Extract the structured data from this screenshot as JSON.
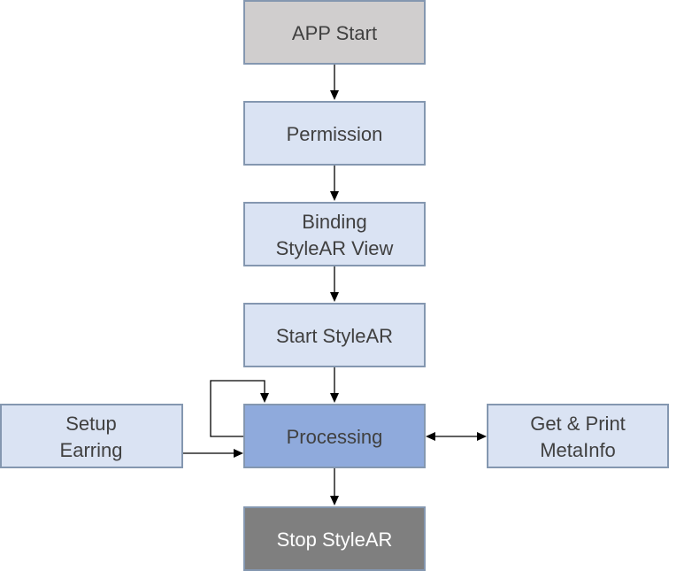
{
  "diagram": {
    "nodes": {
      "app_start": {
        "lines": [
          "APP Start"
        ],
        "fill": "#d0cece",
        "stroke": "#8497b0",
        "text_color": "#404040"
      },
      "permission": {
        "lines": [
          "Permission"
        ],
        "fill": "#dae3f3",
        "stroke": "#8497b0",
        "text_color": "#404040"
      },
      "binding": {
        "lines": [
          "Binding",
          "StyleAR View"
        ],
        "fill": "#dae3f3",
        "stroke": "#8497b0",
        "text_color": "#404040"
      },
      "start_stylear": {
        "lines": [
          "Start StyleAR"
        ],
        "fill": "#dae3f3",
        "stroke": "#8497b0",
        "text_color": "#404040"
      },
      "processing": {
        "lines": [
          "Processing"
        ],
        "fill": "#8faadc",
        "stroke": "#8497b0",
        "text_color": "#404040"
      },
      "setup_earring": {
        "lines": [
          "Setup",
          "Earring"
        ],
        "fill": "#dae3f3",
        "stroke": "#8497b0",
        "text_color": "#404040"
      },
      "get_print": {
        "lines": [
          "Get & Print",
          "MetaInfo"
        ],
        "fill": "#dae3f3",
        "stroke": "#8497b0",
        "text_color": "#404040"
      },
      "stop_stylear": {
        "lines": [
          "Stop StyleAR"
        ],
        "fill": "#7f7f7f",
        "stroke": "#8497b0",
        "text_color": "#ffffff"
      }
    },
    "edges": [
      {
        "from": "app_start",
        "to": "permission"
      },
      {
        "from": "permission",
        "to": "binding"
      },
      {
        "from": "binding",
        "to": "start_stylear"
      },
      {
        "from": "start_stylear",
        "to": "processing"
      },
      {
        "from": "setup_earring",
        "to": "processing"
      },
      {
        "from": "processing",
        "to": "get_print",
        "bidirectional": true
      },
      {
        "from": "processing",
        "to": "processing",
        "self_loop": true
      },
      {
        "from": "processing",
        "to": "stop_stylear"
      }
    ]
  }
}
